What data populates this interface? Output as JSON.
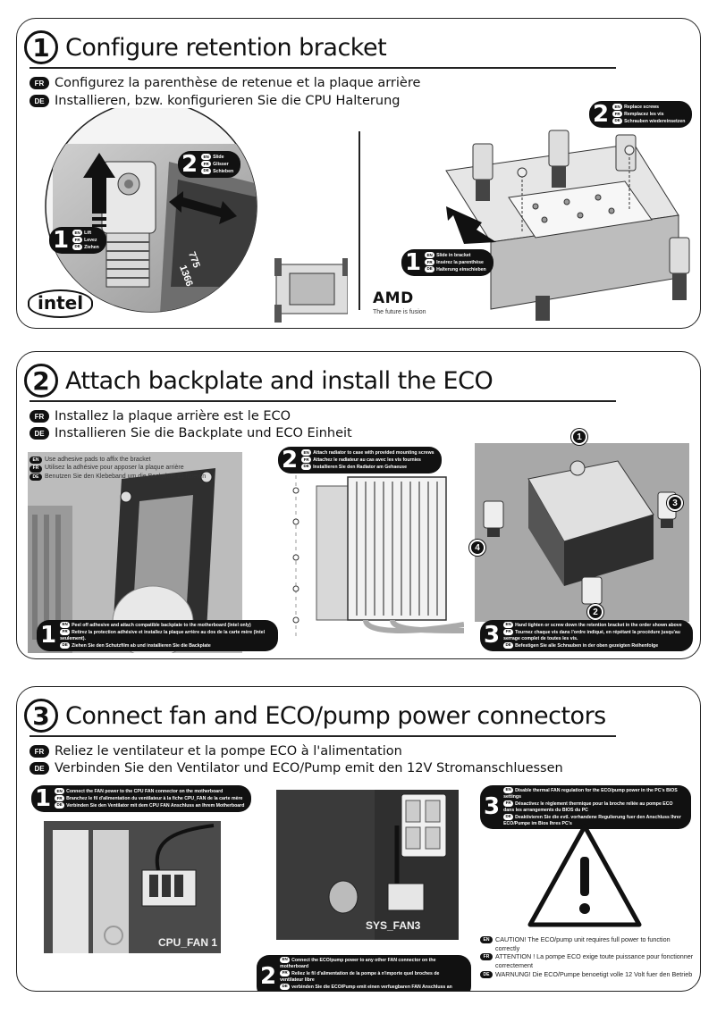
{
  "steps": [
    {
      "number": "1",
      "title": "Configure retention bracket",
      "fr": "Configurez la parenthèse de retenue et la plaque arrière",
      "de": "Installieren, bzw. konfigurieren Sie die CPU Halterung",
      "callouts": {
        "lift": {
          "num": "1",
          "en": "Lift",
          "fr": "Levez",
          "de": "Ziehen"
        },
        "slide": {
          "num": "2",
          "en": "Slide",
          "fr": "Glisser",
          "de": "Schieben"
        },
        "slide_bracket": {
          "num": "1",
          "en": "Slide in bracket",
          "fr": "Insérez la parenthèse",
          "de": "Halterung einschieben"
        },
        "replace_screws": {
          "num": "2",
          "en": "Replace screws",
          "fr": "Remplacez les vis",
          "de": "Schrauben wiedereinsetzen"
        }
      },
      "intel_label": "intel",
      "socket_a": "775",
      "socket_b": "1366",
      "amd_logo": "AMD",
      "amd_tagline": "The future is fusion"
    },
    {
      "number": "2",
      "title": "Attach backplate and install the ECO",
      "fr": "Installez la plaque arrière est le ECO",
      "de": "Installieren Sie die Backplate und ECO Einheit",
      "adhesive": {
        "en": "Use adhesive pads to affix the bracket",
        "fr": "Utilisez la adhésive pour apposer la plaque arrière",
        "de": "Benutzen Sie den Klebeband um die Backplate zu fixieren"
      },
      "callouts": {
        "peel": {
          "num": "1",
          "en": "Peel off adhesive and attach compatible backplate to the motherboard (Intel only)",
          "fr": "Retirez la protection adhésive et installez la plaque arrière au dos de la carte mère (Intel seulement).",
          "de": "Ziehen Sie den Schutzfilm ab und installieren Sie die Backplate"
        },
        "radiator": {
          "num": "2",
          "en": "Attach radiator to case with provided mounting screws",
          "fr": "Attachez le radiateur au cas avec les vis fournies",
          "de": "Installieren Sie den Radiator am Gehaeuse"
        },
        "tighten": {
          "num": "3",
          "en": "Hand tighten or screw down the retention bracket in the order shown above",
          "fr": "Tournez chaque vis dans l'ordre indiqué, en répétant la procédure jusqu'au serrage complet de toutes les vis.",
          "de": "Befestigen Sie alle Schrauben in der oben gezeigten Reihenfolge"
        }
      },
      "order_labels": [
        "1",
        "2",
        "3",
        "4"
      ]
    },
    {
      "number": "3",
      "title": "Connect fan and ECO/pump power connectors",
      "fr": "Reliez le ventilateur et la pompe ECO à l'alimentation",
      "de": "Verbinden Sie den Ventilator und ECO/Pump emit den 12V Stromanschluessen",
      "callouts": {
        "cpu_fan": {
          "num": "1",
          "en": "Connect the FAN power to the CPU FAN connector on the motherboard",
          "fr": "Branchez le fil d'alimentation du ventilateur à la fiche CPU_FAN de la carte mère",
          "de": "Verbinden Sie den Ventilator mit dem CPU FAN Anschluss an Ihrem Motherboard"
        },
        "pump": {
          "num": "2",
          "en": "Connect the ECO/pump power to any other FAN connector on the motherboard",
          "fr": "Reliez le fil d'alimentation de la pompe à n'importe quel broches de ventilateur libre",
          "de": "verbinden Sie die ECO/Pump emit einen verfuegbaren FAN Anschluss an Ihrem Motherboard"
        },
        "bios": {
          "num": "3",
          "en": "Disable thermal FAN regulation for the ECO/pump power in the PC's BIOS settings",
          "fr": "Désactivez le règlement thermique pour la broche reliée au pompe ECO dans les arrangements du BIOS du PC",
          "de": "Deaktivieren Sie die evtl. vorhandene Regulierung fuer den Anschluss Ihrer ECO/Pumpe im Bios Ihres PC's"
        }
      },
      "cpu_fan_label": "CPU_FAN 1",
      "sys_fan_label": "SYS_FAN3",
      "warnings": {
        "en": "CAUTION! The ECO/pump unit requires full power to function correctly",
        "fr": "ATTENTION ! La pompe ECO exige toute puissance pour fonctionner correctement",
        "de": "WARNUNG! Die ECO/Pumpe benoetigt volle 12 Volt fuer den Betrieb"
      }
    }
  ],
  "lang_codes": {
    "en": "EN",
    "fr": "FR",
    "de": "DE"
  }
}
